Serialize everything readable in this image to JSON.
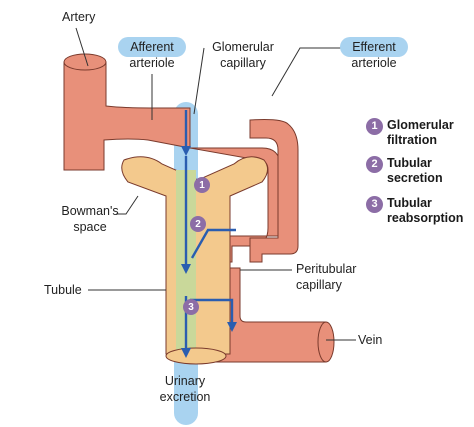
{
  "labels": {
    "artery": "Artery",
    "afferent_line1": "Afferent",
    "afferent_line2": "arteriole",
    "glomerular_cap_line1": "Glomerular",
    "glomerular_cap_line2": "capillary",
    "efferent_line1": "Efferent",
    "efferent_line2": "arteriole",
    "bowmans_line1": "Bowman's",
    "bowmans_line2": "space",
    "tubule": "Tubule",
    "peritubular_line1": "Peritubular",
    "peritubular_line2": "capillary",
    "vein": "Vein",
    "urinary_line1": "Urinary",
    "urinary_line2": "excretion"
  },
  "legend": [
    {
      "number": "1",
      "line1": "Glomerular",
      "line2": "filtration"
    },
    {
      "number": "2",
      "line1": "Tubular",
      "line2": "secretion"
    },
    {
      "number": "3",
      "line1": "Tubular",
      "line2": "reabsorption"
    }
  ],
  "colors": {
    "vessel": "#e8907a",
    "vessel_edge": "#7a3a2c",
    "tubule": "#f3c98d",
    "filtrate_stream": "#c9d89a",
    "urine_flow": "#a9d3f0",
    "arrow": "#2a5db0",
    "badge": "#8c6da6"
  }
}
